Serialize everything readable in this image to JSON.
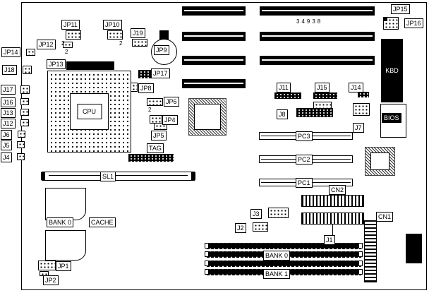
{
  "diagram": {
    "part_number": "34938",
    "pin_annotation": "2"
  },
  "labels": {
    "jp1": "JP1",
    "jp2": "JP2",
    "jp4": "JP4",
    "jp5": "JP5",
    "jp6": "JP6",
    "jp8": "JP8",
    "jp9": "JP9",
    "jp10": "JP10",
    "jp11": "JP11",
    "jp12": "JP12",
    "jp13": "JP13",
    "jp14": "JP14",
    "jp15": "JP15",
    "jp16": "JP16",
    "jp17": "JP17",
    "j1": "J1",
    "j2": "J2",
    "j3": "J3",
    "j4": "J4",
    "j5": "J5",
    "j6": "J6",
    "j7": "J7",
    "j8": "J8",
    "j11": "J11",
    "j12": "J12",
    "j13": "J13",
    "j14": "J14",
    "j15": "J15",
    "j16": "J16",
    "j17": "J17",
    "j18": "J18",
    "j19": "J19",
    "cn1": "CN1",
    "cn2": "CN2",
    "pc1": "PC1",
    "pc2": "PC2",
    "pc3": "PC3",
    "sl1": "SL1",
    "tag": "TAG",
    "cpu": "CPU",
    "kbd": "KBD",
    "bios": "BIOS",
    "cache": "CACHE",
    "bank0_cache": "BANK 0",
    "bank0": "BANK 0",
    "bank1": "BANK 1"
  }
}
